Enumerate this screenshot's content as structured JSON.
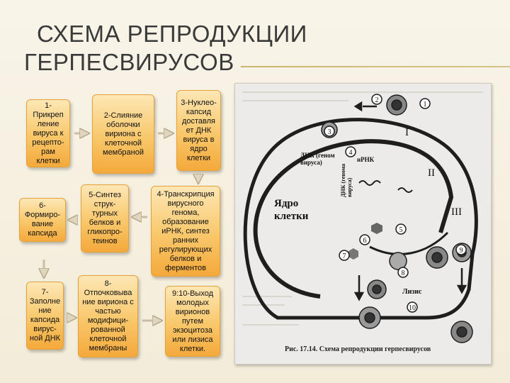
{
  "title": {
    "line1": "Схема репродукции",
    "line2": "герпесвирусов"
  },
  "steps": [
    {
      "id": "1",
      "text": "1-Прикреп ление вируса к рецепто-рам клетки"
    },
    {
      "id": "2",
      "text": "2-Слияние оболочки вириона с клеточной мембраной"
    },
    {
      "id": "3",
      "text": "3-Нуклео-капсид доставля ет ДНК вируса в ядро клетки"
    },
    {
      "id": "4",
      "text": "4-Транскрипция вирусного генома, образование иРНК, синтез ранних регулирующих белков и ферментов"
    },
    {
      "id": "5",
      "text": "5-Синтез струк-турных белков и гликопро-теинов"
    },
    {
      "id": "6",
      "text": "6-Формиро-вание капсида"
    },
    {
      "id": "7",
      "text": "7-Заполне ние капсида вирус-ной ДНК"
    },
    {
      "id": "8",
      "text": "8-Отпочковыва ние вириона с частью модифици-рованной клеточной мембраны"
    },
    {
      "id": "9",
      "text": "9:10-Выход молодых вирионов путем экзоцитоза или лизиса клетки."
    }
  ],
  "figure": {
    "caption": "Рис. 17.14. Схема репродукции герпесвирусов",
    "nucleus_label": "Ядро клетки",
    "dna_label": "ДНК (геном вируса)",
    "dna_label_vertical": "ДНК (генома вируса)",
    "mrna_label": "иРНК",
    "lysis_label": "Лизис",
    "stage_roman": [
      "I",
      "II",
      "III"
    ],
    "stage_numbers": [
      "1",
      "2",
      "3",
      "4",
      "5",
      "6",
      "7",
      "8",
      "9",
      "10"
    ]
  },
  "colors": {
    "box_top": "#fde7b5",
    "box_bottom": "#f4a93b",
    "title_text": "#3a3a3a",
    "accent_rule": "#c9b46f"
  }
}
